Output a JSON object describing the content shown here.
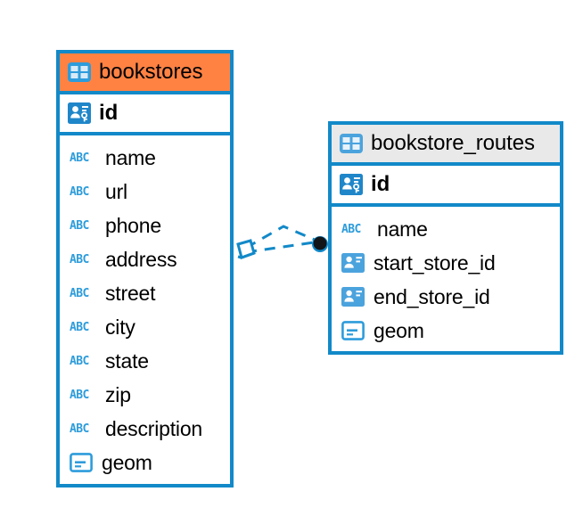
{
  "diagram": {
    "type": "entity-relationship-diagram",
    "colors": {
      "border": "#1289c8",
      "header_highlight": "#ff8243",
      "header_default": "#e9e9e9",
      "icon_blue": "#2d9cdb",
      "connector": "#1289c8",
      "text": "#000000"
    },
    "entities": [
      {
        "name": "bookstores",
        "header_style": "orange",
        "icon": "table-icon",
        "primary_key": {
          "label": "id",
          "icon": "primary-key-icon"
        },
        "fields": [
          {
            "label": "name",
            "icon": "text-abc-icon"
          },
          {
            "label": "url",
            "icon": "text-abc-icon"
          },
          {
            "label": "phone",
            "icon": "text-abc-icon"
          },
          {
            "label": "address",
            "icon": "text-abc-icon"
          },
          {
            "label": "street",
            "icon": "text-abc-icon"
          },
          {
            "label": "city",
            "icon": "text-abc-icon"
          },
          {
            "label": "state",
            "icon": "text-abc-icon"
          },
          {
            "label": "zip",
            "icon": "text-abc-icon"
          },
          {
            "label": "description",
            "icon": "text-abc-icon"
          },
          {
            "label": "geom",
            "icon": "geometry-icon"
          }
        ]
      },
      {
        "name": "bookstore_routes",
        "header_style": "grey",
        "icon": "table-icon",
        "primary_key": {
          "label": "id",
          "icon": "primary-key-icon"
        },
        "fields": [
          {
            "label": "name",
            "icon": "text-abc-icon"
          },
          {
            "label": "start_store_id",
            "icon": "foreign-key-icon"
          },
          {
            "label": "end_store_id",
            "icon": "foreign-key-icon"
          },
          {
            "label": "geom",
            "icon": "geometry-icon"
          }
        ]
      }
    ],
    "relationship": {
      "style": "dashed",
      "source_endpoint": "diamond-marker",
      "target_endpoint": "filled-circle-marker"
    }
  }
}
